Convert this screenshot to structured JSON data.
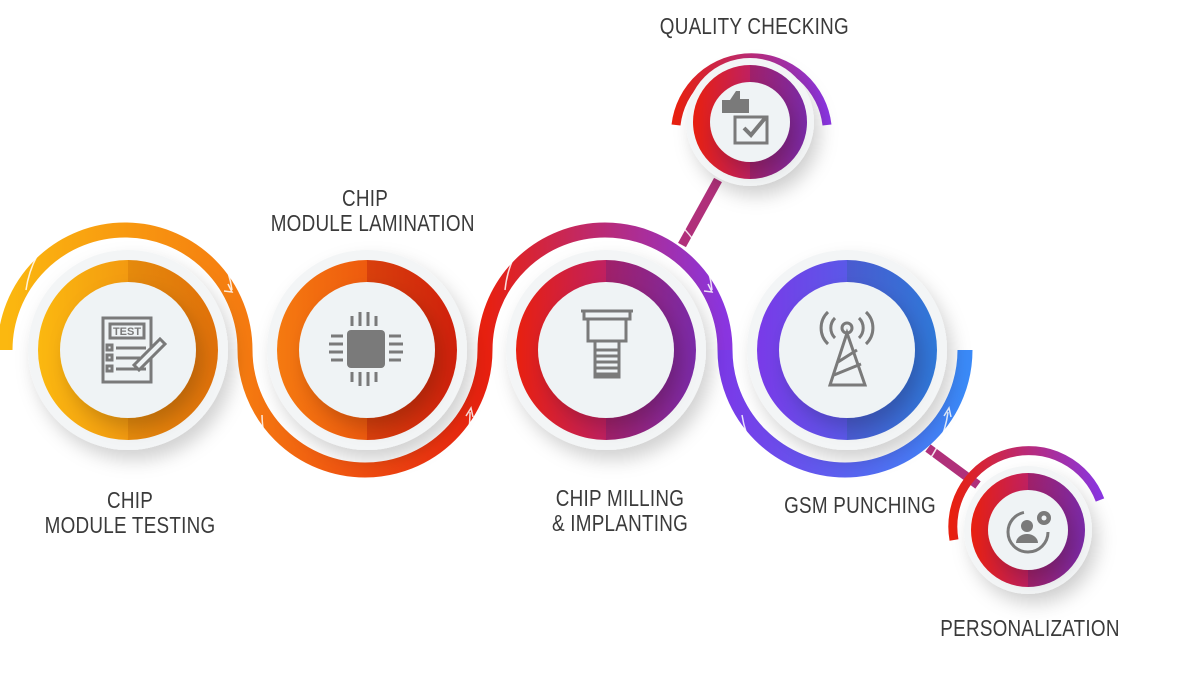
{
  "steps": [
    {
      "id": "chip-module-testing",
      "line1": "CHIP",
      "line2": "MODULE TESTING",
      "icon": "test-sheet-icon",
      "colors": [
        "#fbb810",
        "#e5700a"
      ]
    },
    {
      "id": "chip-module-lamination",
      "line1": "CHIP",
      "line2": "MODULE LAMINATION",
      "icon": "microchip-icon",
      "colors": [
        "#f57a10",
        "#d8200c"
      ]
    },
    {
      "id": "chip-milling-implanting",
      "line1": "CHIP MILLING",
      "line2": "& IMPLANTING",
      "icon": "screw-implant-icon",
      "colors": [
        "#e8200f",
        "#7a2aa8"
      ]
    },
    {
      "id": "gsm-punching",
      "line1": "GSM PUNCHING",
      "icon": "antenna-tower-icon",
      "colors": [
        "#7a3ae8",
        "#2f78d8"
      ]
    },
    {
      "id": "quality-checking",
      "line1": "QUALITY CHECKING",
      "icon": "thumbs-up-checkbox-icon",
      "colors": [
        "#e8200f",
        "#7a2aa8"
      ]
    },
    {
      "id": "personalization",
      "line1": "PERSONALIZATION",
      "icon": "user-gear-icon",
      "colors": [
        "#e8200f",
        "#7a2aa8"
      ]
    }
  ]
}
